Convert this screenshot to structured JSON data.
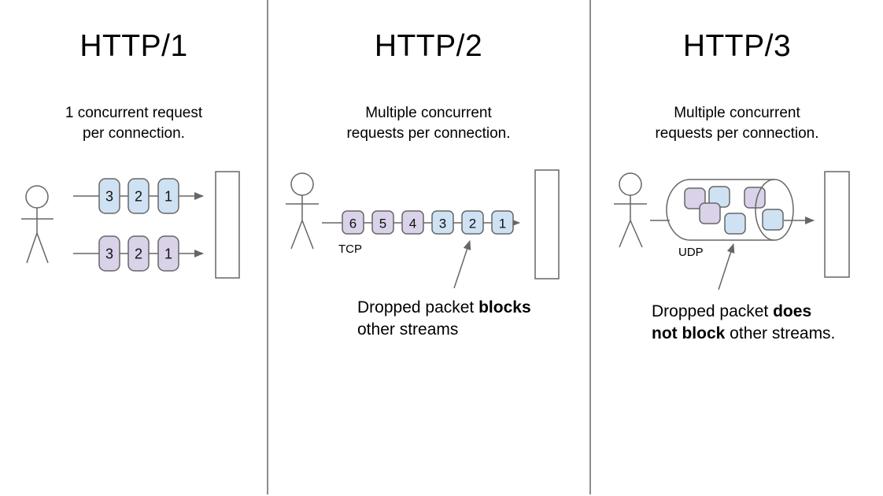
{
  "colors": {
    "packet_blue": "#cfe2f3",
    "packet_purple": "#d9d2e9",
    "stroke": "#666666",
    "divider": "#8c8c8c",
    "text": "#000000"
  },
  "http1": {
    "title": "HTTP/1",
    "subtitle_lines": [
      "1 concurrent request",
      "per connection."
    ],
    "rows": [
      {
        "packets": [
          "3",
          "2",
          "1"
        ]
      },
      {
        "packets": [
          "3",
          "2",
          "1"
        ]
      }
    ]
  },
  "http2": {
    "title": "HTTP/2",
    "subtitle_lines": [
      "Multiple concurrent",
      "requests per connection."
    ],
    "packets": [
      "6",
      "5",
      "4",
      "3",
      "2",
      "1"
    ],
    "protocol_label": "TCP",
    "note": {
      "pre": "Dropped packet ",
      "bold": "blocks",
      "line2": "other streams"
    }
  },
  "http3": {
    "title": "HTTP/3",
    "subtitle_lines": [
      "Multiple concurrent",
      "requests per connection."
    ],
    "protocol_label": "UDP",
    "note": {
      "pre": "Dropped packet ",
      "bold1": "does",
      "bold2": "not block",
      "post": " other streams."
    }
  }
}
